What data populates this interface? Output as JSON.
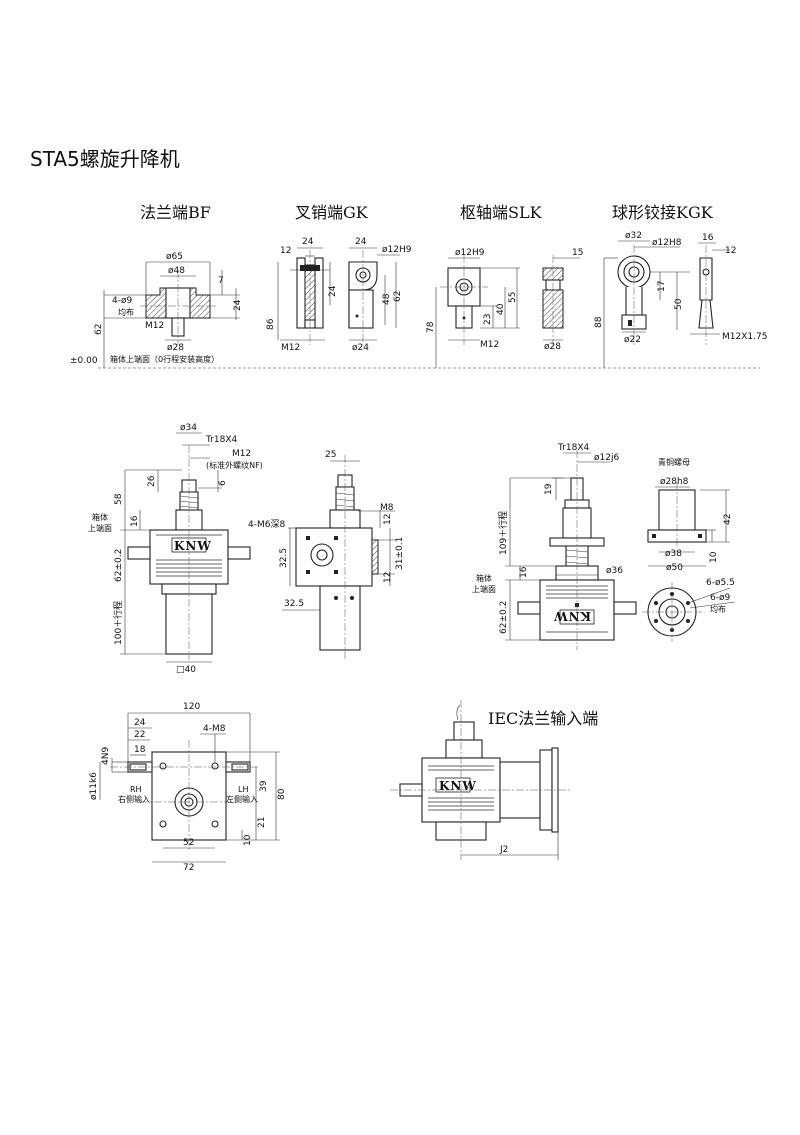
{
  "title": "STA5螺旋升降机",
  "top_row": {
    "end_types": [
      {
        "label": "法兰端BF"
      },
      {
        "label": "叉销端GK"
      },
      {
        "label": "枢轴端SLK"
      },
      {
        "label": "球形铰接KGK"
      }
    ],
    "bf": {
      "d65": "ø65",
      "d48": "ø48",
      "seven": "7",
      "holes": "4-ø9",
      "junbu": "均布",
      "m12": "M12",
      "d28": "ø28",
      "h24": "24",
      "h62": "62"
    },
    "gk": {
      "w12": "12",
      "w24a": "24",
      "w24b": "24",
      "d12h9": "ø12H9",
      "h24": "24",
      "h48": "48",
      "h62": "62",
      "h86": "86",
      "m12": "M12",
      "d24": "ø24"
    },
    "slk": {
      "d12h9": "ø12H9",
      "w15": "15",
      "h23": "23",
      "h40": "40",
      "h55": "55",
      "h78": "78",
      "m12": "M12",
      "d28": "ø28"
    },
    "kgk": {
      "d32": "ø32",
      "d12h8": "ø12H8",
      "w16": "16",
      "w12": "12",
      "h17": "17",
      "h50": "50",
      "h88": "88",
      "d22": "ø22",
      "m12x175": "M12X1.75"
    },
    "datum_value": "±0.00",
    "datum_text": "箱体上端面（0行程安装高度）"
  },
  "mid_left": {
    "d34": "ø34",
    "tr": "Tr18X4",
    "m12": "M12",
    "nf": "(标准外螺纹NF)",
    "h58": "58",
    "h26": "26",
    "h6": "6",
    "h16": "16",
    "box_top": [
      "箱体",
      "上端面"
    ],
    "h62": "62±0.2",
    "stroke": "100＋行程",
    "sq40": "□40",
    "logo": "KNW"
  },
  "mid_side": {
    "w25": "25",
    "m6": "4-M6深8",
    "m8": "M8",
    "h32": "32.5",
    "h12a": "12",
    "h12b": "12",
    "h31": "31±0.1",
    "w32": "32.5"
  },
  "mid_right": {
    "tr": "Tr18X4",
    "d12j6": "ø12j6",
    "h19": "19",
    "h109": "109＋行程",
    "h16": "16",
    "box_top": [
      "箱体",
      "上端面"
    ],
    "d36": "ø36",
    "h62": "62±0.2",
    "logo": "KNW"
  },
  "nut": {
    "title": "青铜螺母",
    "d28h8": "ø28h8",
    "h42": "42",
    "d38": "ø38",
    "d50": "ø50",
    "h10": "10",
    "holes55": "6-ø5.5",
    "holes9": "6-ø9",
    "junbu": "均布"
  },
  "bottom_left": {
    "w120": "120",
    "w24": "24",
    "w22": "22",
    "w18": "18",
    "m8": "4-M8",
    "n9": "4N9",
    "d11k6": "ø11k6",
    "rh": "RH",
    "rh_cn": "右侧输入",
    "lh": "LH",
    "lh_cn": "左侧输入",
    "h39": "39",
    "h80": "80",
    "h10": "10",
    "h21": "21",
    "w52": "52",
    "w72": "72"
  },
  "bottom_right": {
    "title": "IEC法兰输入端",
    "j2": "J2",
    "logo": "KNW"
  }
}
